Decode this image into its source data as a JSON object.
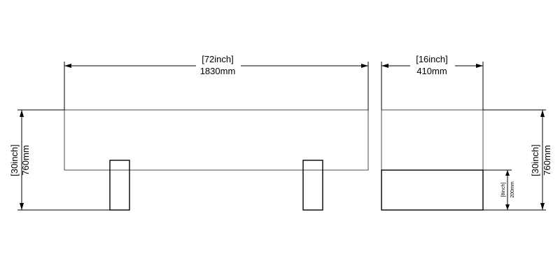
{
  "front_view": {
    "width_imperial": "[72inch]",
    "width_metric": "1830mm",
    "height_imperial": "[30inch]",
    "height_metric": "760mm"
  },
  "side_view": {
    "width_imperial": "[16inch]",
    "width_metric": "410mm",
    "height_imperial": "[30inch]",
    "height_metric": "760mm",
    "leg_height_imperial": "[8inch]",
    "leg_height_metric": "200mm"
  },
  "colors": {
    "line": "#000000",
    "background": "#ffffff"
  }
}
